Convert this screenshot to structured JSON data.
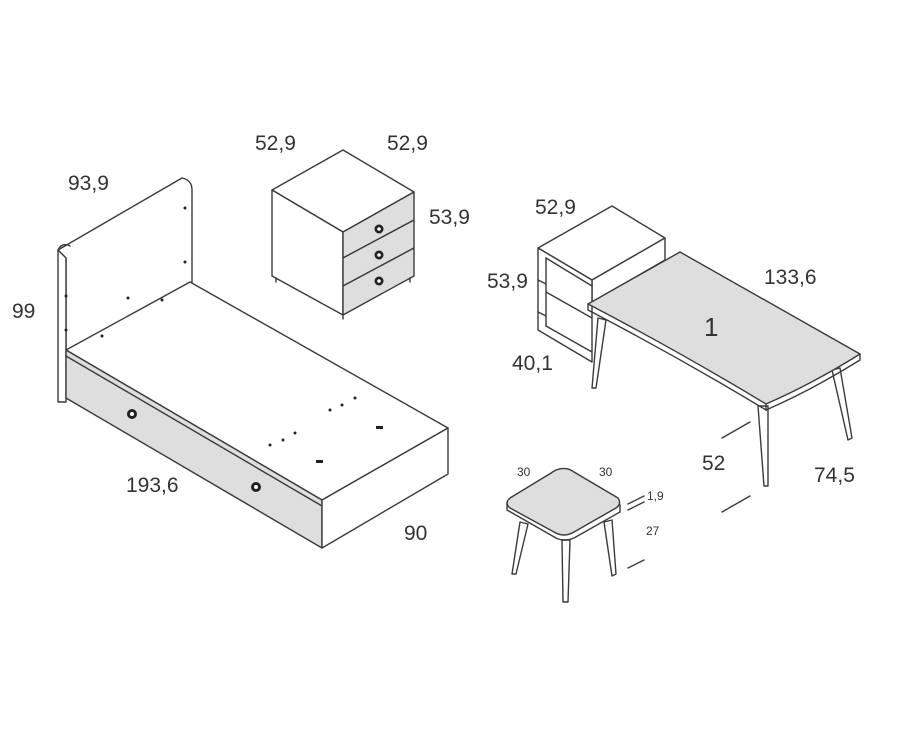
{
  "bed": {
    "width": "93,9",
    "height": "99",
    "length": "193,6",
    "depth": "90"
  },
  "nightstand": {
    "width": "52,9",
    "depth": "52,9",
    "height": "53,9"
  },
  "shelf_unit": {
    "width": "52,9",
    "height": "53,9",
    "depth": "40,1"
  },
  "desk": {
    "length": "133,6",
    "width": "52",
    "height": "74,5",
    "marker": "1"
  },
  "stool": {
    "width": "30",
    "depth": "30",
    "top_thickness": "1,9",
    "height": "27"
  },
  "colors": {
    "line": "#3a3a3a",
    "fill_grey": "#dedede",
    "background": "#ffffff"
  }
}
